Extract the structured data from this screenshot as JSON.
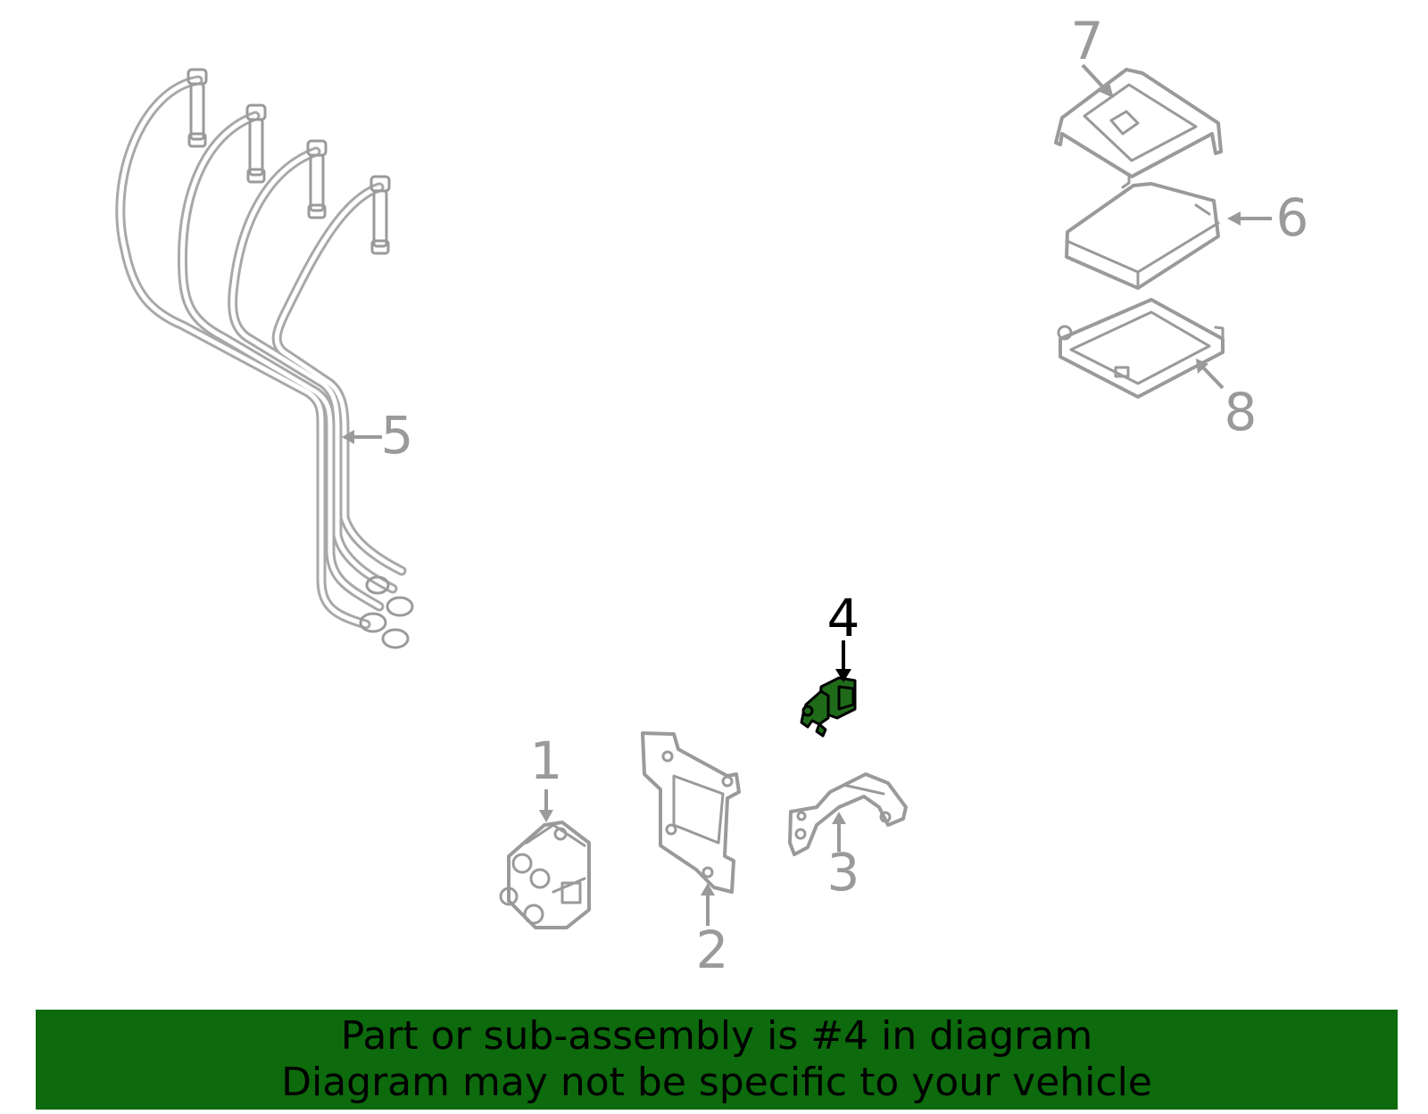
{
  "callouts": {
    "c1": "1",
    "c2": "2",
    "c3": "3",
    "c4": "4",
    "c5": "5",
    "c6": "6",
    "c7": "7",
    "c8": "8"
  },
  "highlighted_callout": "4",
  "colors": {
    "part_outline": "#9a9a9a",
    "highlight_part": "#1f6b1a",
    "banner_background": "#0d6a0d"
  },
  "banner": {
    "line1": "Part or sub-assembly is #4 in diagram",
    "line2": "Diagram may not be specific to your vehicle"
  }
}
